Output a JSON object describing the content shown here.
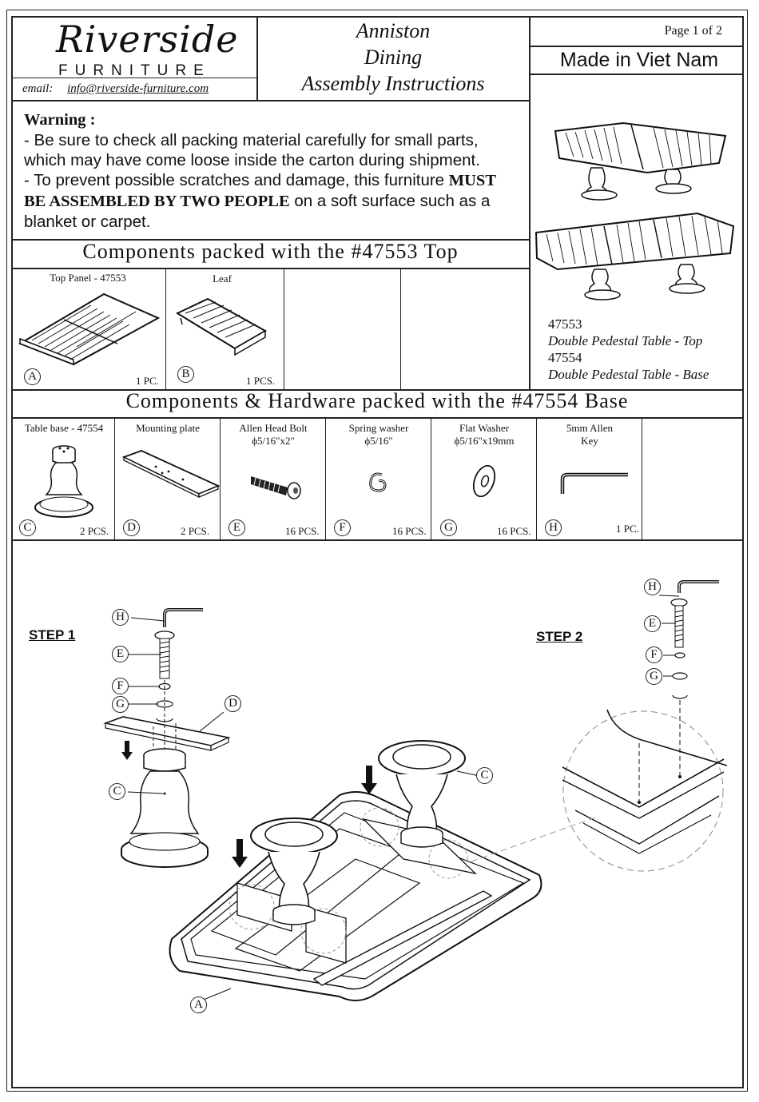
{
  "header": {
    "brand_script": "Riverside",
    "brand_sub": "FURNITURE",
    "email_label": "email:",
    "email_address": "info@riverside-furniture.com",
    "title_lines": [
      "Anniston",
      "Dining",
      "Assembly Instructions"
    ],
    "page": "Page 1 of 2",
    "origin": "Made in Viet Nam"
  },
  "warning": {
    "heading": "Warning :",
    "line1": "- Be sure to check all packing material carefully for small parts, which may have come loose inside the carton during shipment.",
    "line2_start": "- To prevent possible scratches and damage, this furniture ",
    "line2_bold": "MUST BE ASSEMBLED BY TWO PEOPLE",
    "line2_end": " on a soft surface such as a blanket or carpet."
  },
  "top_section": {
    "heading": "Components packed with the #47553 Top",
    "parts": [
      {
        "letter": "A",
        "name": "Top Panel - 47553",
        "qty": "1 PC."
      },
      {
        "letter": "B",
        "name": "Leaf",
        "qty": "1 PCS."
      }
    ]
  },
  "products": [
    {
      "code": "47553",
      "name": "Double Pedestal Table - Top"
    },
    {
      "code": "47554",
      "name": "Double Pedestal Table - Base"
    }
  ],
  "base_section": {
    "heading": "Components & Hardware packed with the #47554 Base",
    "parts": [
      {
        "letter": "C",
        "name": "Table base - 47554",
        "spec": "",
        "qty": "2 PCS."
      },
      {
        "letter": "D",
        "name": "Mounting plate",
        "spec": "",
        "qty": "2 PCS."
      },
      {
        "letter": "E",
        "name": "Allen Head Bolt",
        "spec": "ϕ5/16\"x2\"",
        "qty": "16 PCS."
      },
      {
        "letter": "F",
        "name": "Spring washer",
        "spec": "ϕ5/16\"",
        "qty": "16 PCS."
      },
      {
        "letter": "G",
        "name": "Flat Washer",
        "spec": "ϕ5/16\"x19mm",
        "qty": "16 PCS."
      },
      {
        "letter": "H",
        "name": "5mm Allen",
        "spec": "Key",
        "qty": "1 PC."
      }
    ]
  },
  "steps": {
    "step1": "STEP 1",
    "step2": "STEP 2",
    "callouts": {
      "H": "H",
      "E": "E",
      "F": "F",
      "G": "G",
      "D": "D",
      "C": "C",
      "A": "A"
    }
  }
}
